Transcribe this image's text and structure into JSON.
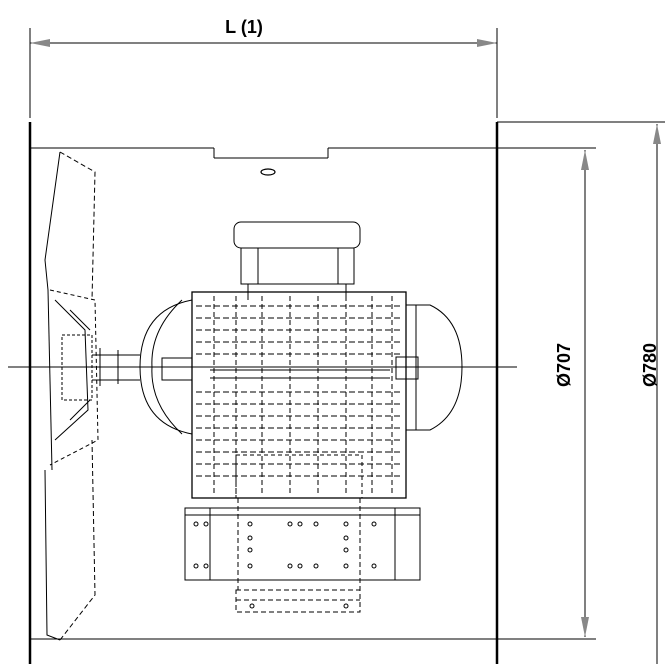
{
  "dimensions": {
    "length_label": "L (1)",
    "inner_diameter_label": "Ø707",
    "outer_diameter_label": "Ø780"
  },
  "colors": {
    "line": "#000000",
    "arrow": "#888888",
    "background": "#ffffff"
  }
}
